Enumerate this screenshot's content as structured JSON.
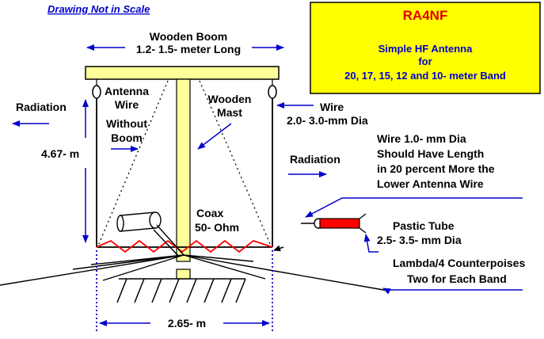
{
  "note": "Drawing Not in Scale",
  "info_box": {
    "callsign": "RA4NF",
    "line1": "Simple  HF Antenna",
    "line2": "for",
    "line3": "20, 17, 15, 12 and 10- meter Band",
    "fill_color": "#ffff00",
    "title_color": "#e00000",
    "text_color": "#0000cc"
  },
  "labels": {
    "boom_line1": "Wooden Boom",
    "boom_line2": "1.2- 1.5- meter Long",
    "radiation_left": "Radiation",
    "antenna_wire_line1": "Antenna",
    "antenna_wire_line2": "Wire",
    "antenna_wire_line3": "Without",
    "antenna_wire_line4": "Boom",
    "mast_line1": "Wooden",
    "mast_line2": "Mast",
    "wire_line1": "Wire",
    "wire_line2": "2.0- 3.0-mm Dia",
    "wire10_line1": "Wire 1.0- mm Dia",
    "wire10_line2": "Should Have Length",
    "wire10_line3": "in 20 percent More the",
    "wire10_line4": "Lower Antenna Wire",
    "height": "4.67- m",
    "radiation_right": "Radiation",
    "coax_line1": "Coax",
    "coax_line2": "50- Ohm",
    "tube_line1": "Pastic Tube",
    "tube_line2": "2.5- 3.5- mm Dia",
    "counter_line1": "Lambda/4 Counterpoises",
    "counter_line2": "Two for Each Band",
    "width": "2.65- m"
  },
  "colors": {
    "arrow": "#0000cc",
    "wood": "#ffff99",
    "wire_zigzag": "#ff0000",
    "tube": "#ff0000"
  }
}
